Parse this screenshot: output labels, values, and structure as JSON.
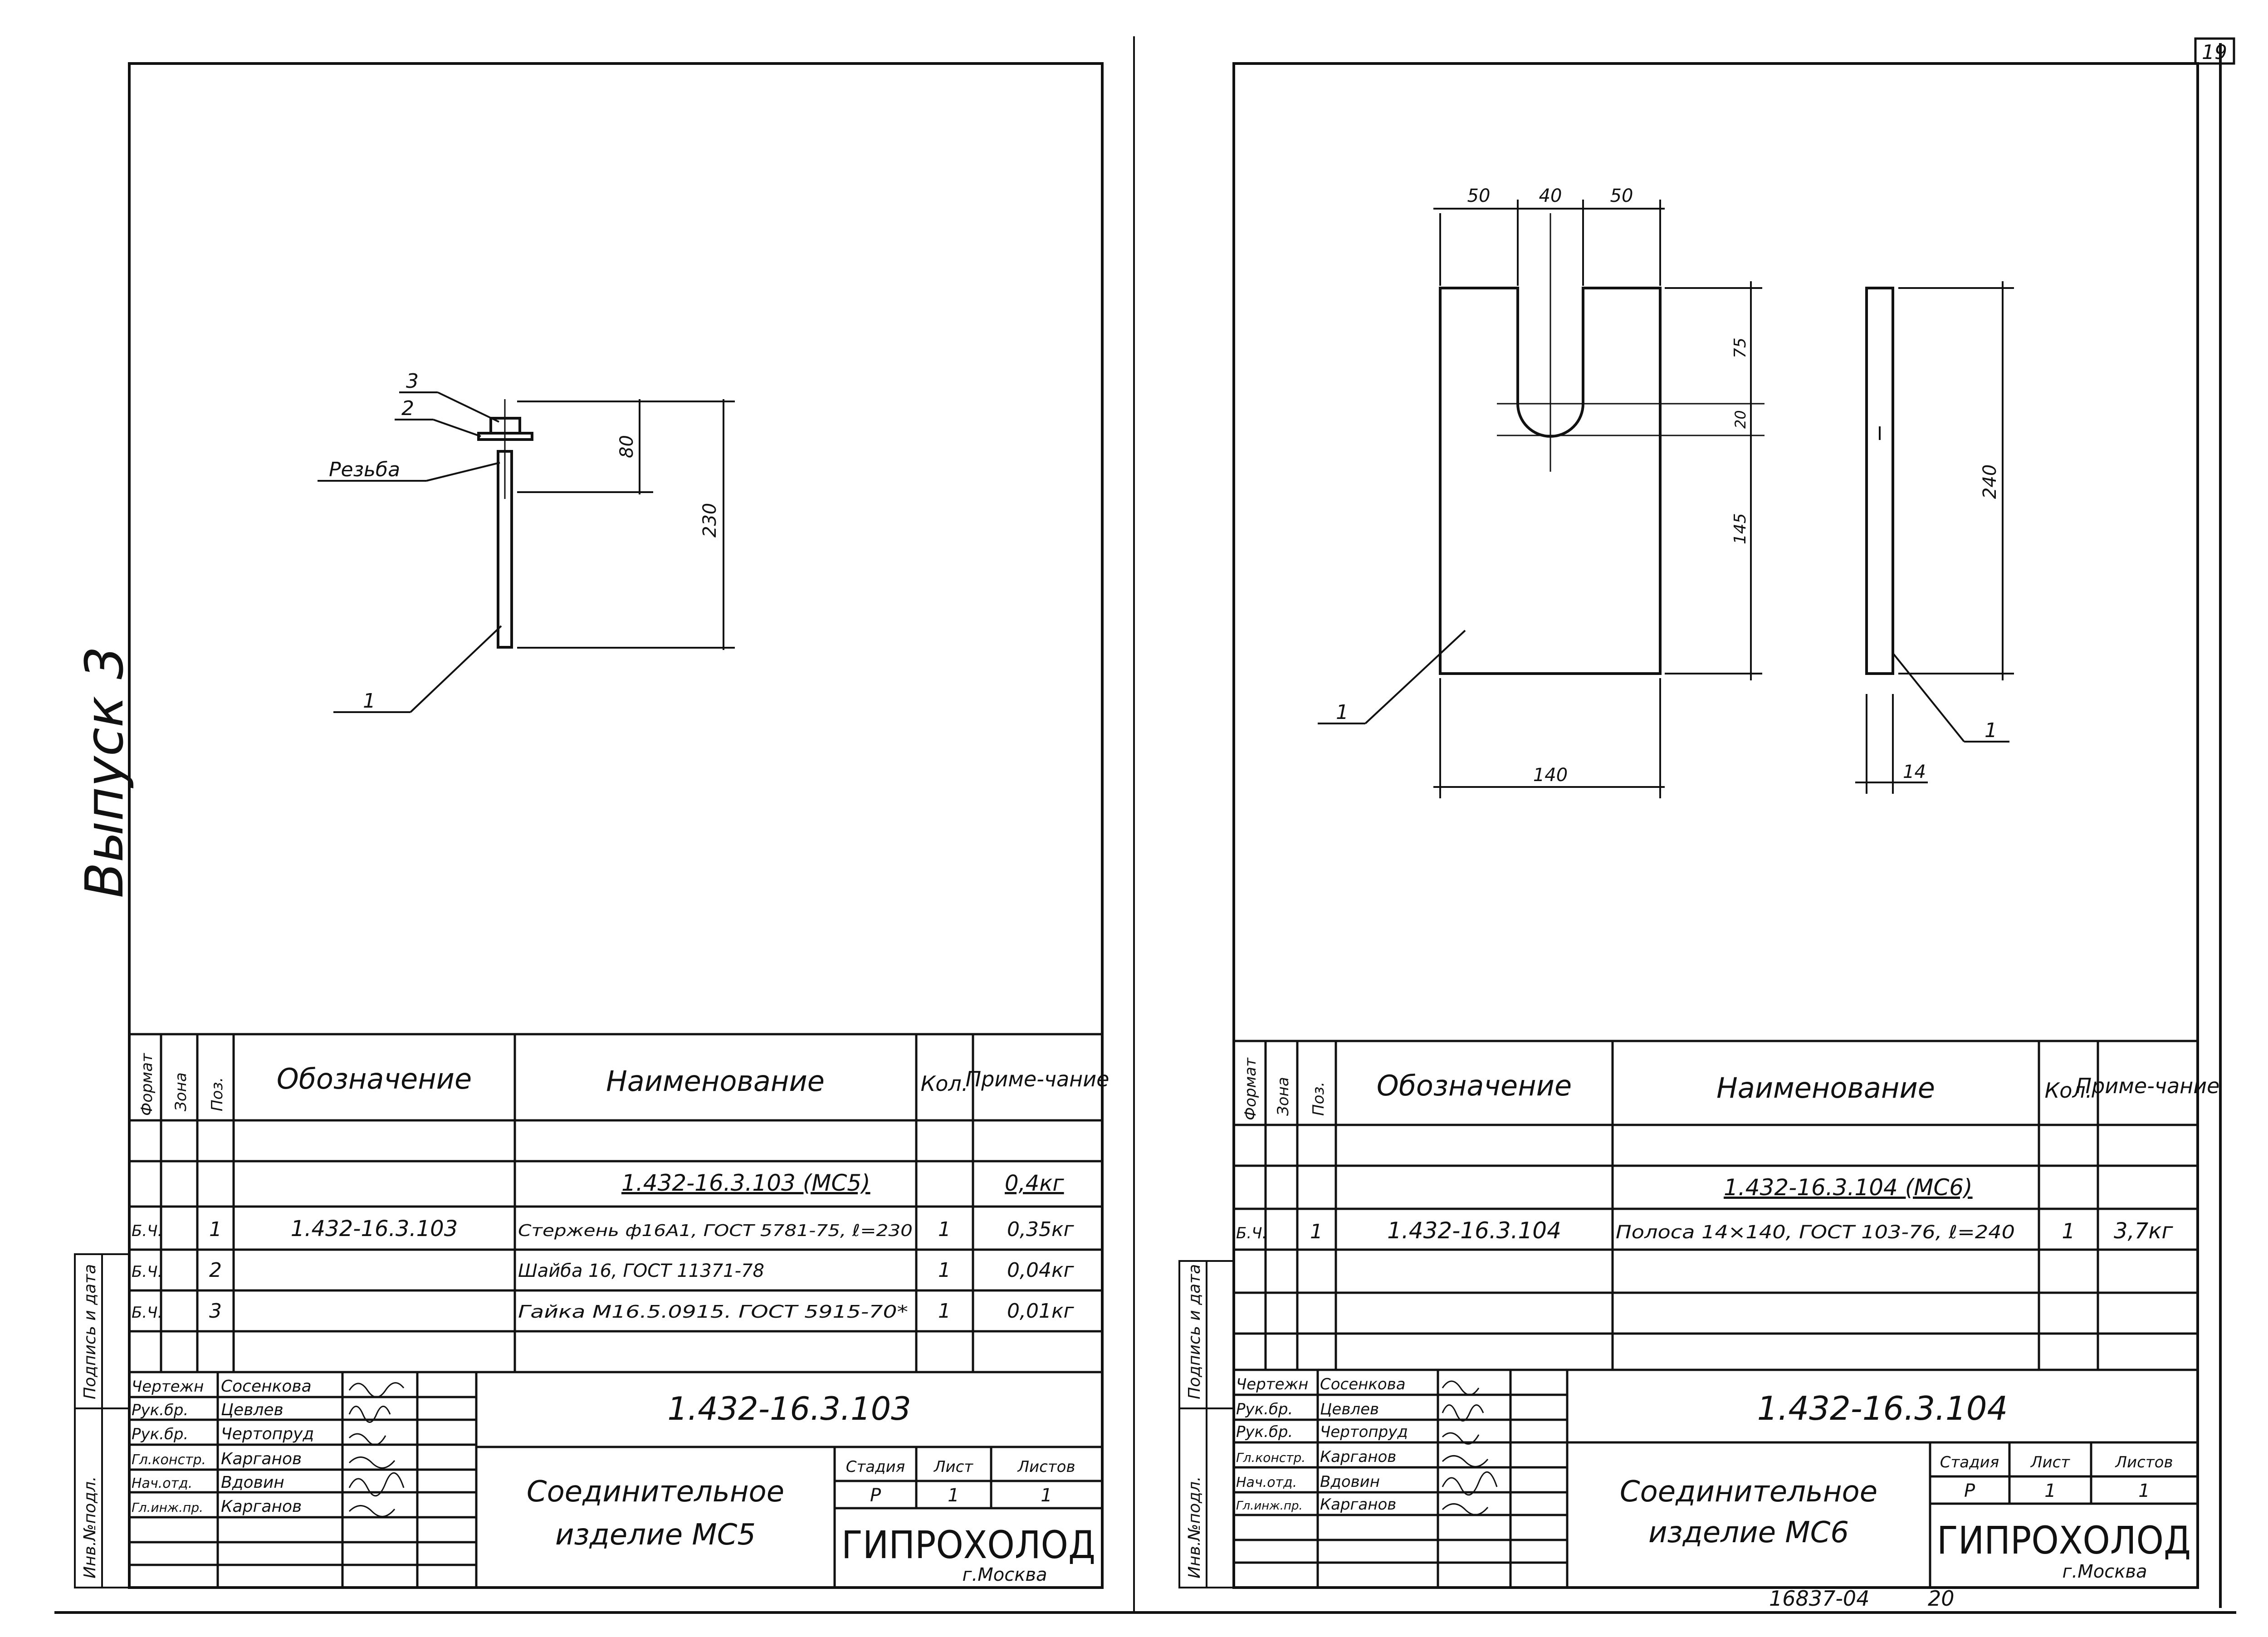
{
  "page_number": "19",
  "vertical_label": "Выпуск 3",
  "bottom_ref": {
    "number": "16837-04",
    "page": "20"
  },
  "left_margin_labels": [
    "Подпись и дата",
    "Инв.№подл."
  ],
  "spec_headers": [
    "Формат",
    "Зона",
    "Поз.",
    "Обозначение",
    "Наименование",
    "Кол.",
    "Приме-чание"
  ],
  "sheets": [
    {
      "drawing": {
        "callouts": {
          "nut": "3",
          "washer": "2",
          "thread": "Резьба",
          "rod": "1"
        },
        "dims": {
          "thread_len": "80",
          "total_len": "230"
        }
      },
      "spec": {
        "assembly": {
          "designation": "1.432-16.3.103   (МС5)",
          "note": "0,4кг"
        },
        "rows": [
          {
            "format": "Б.Ч.",
            "pos": "1",
            "designation": "1.432-16.3.103",
            "name": "Стержень ф16А1, ГОСТ 5781-75, ℓ=230",
            "qty": "1",
            "note": "0,35кг"
          },
          {
            "format": "Б.Ч.",
            "pos": "2",
            "designation": "",
            "name": "Шайба 16, ГОСТ 11371-78",
            "qty": "1",
            "note": "0,04кг"
          },
          {
            "format": "Б.Ч.",
            "pos": "3",
            "designation": "",
            "name": "Гайка М16.5.0915. ГОСТ 5915-70*",
            "qty": "1",
            "note": "0,01кг"
          }
        ]
      },
      "title_block": {
        "roles": [
          "Чертежн",
          "Рук.бр.",
          "Рук.бр.",
          "Гл.констр.",
          "Нач.отд.",
          "Гл.инж.пр."
        ],
        "names": [
          "Сосенкова",
          "Цевлев",
          "Чертопруд",
          "Карганов",
          "Вдовин",
          "Карганов"
        ],
        "code": "1.432-16.3.103",
        "title_line1": "Соединительное",
        "title_line2": "изделие МС5",
        "stage_label": "Стадия",
        "sheet_label": "Лист",
        "sheets_label": "Листов",
        "stage": "Р",
        "sheet": "1",
        "sheets": "1",
        "org": "ГИПРОХОЛОД",
        "city": "г.Москва"
      }
    },
    {
      "drawing": {
        "callouts": {
          "front": "1",
          "side": "1"
        },
        "dims": {
          "w1": "50",
          "w2": "40",
          "w3": "50",
          "d75": "75",
          "d20": "20",
          "d145": "145",
          "d240": "240",
          "width": "140",
          "thick": "14"
        }
      },
      "spec": {
        "assembly": {
          "designation": "1.432-16.3.104   (МС6)",
          "note": ""
        },
        "rows": [
          {
            "format": "Б.Ч.",
            "pos": "1",
            "designation": "1.432-16.3.104",
            "name": "Полоса 14×140, ГОСТ 103-76, ℓ=240",
            "qty": "1",
            "note": "3,7кг"
          }
        ]
      },
      "title_block": {
        "roles": [
          "Чертежн",
          "Рук.бр.",
          "Рук.бр.",
          "Гл.констр.",
          "Нач.отд.",
          "Гл.инж.пр."
        ],
        "names": [
          "Сосенкова",
          "Цевлев",
          "Чертопруд",
          "Карганов",
          "Вдовин",
          "Карганов"
        ],
        "code": "1.432-16.3.104",
        "title_line1": "Соединительное",
        "title_line2": "изделие МС6",
        "stage_label": "Стадия",
        "sheet_label": "Лист",
        "sheets_label": "Листов",
        "stage": "Р",
        "sheet": "1",
        "sheets": "1",
        "org": "ГИПРОХОЛОД",
        "city": "г.Москва"
      }
    }
  ]
}
